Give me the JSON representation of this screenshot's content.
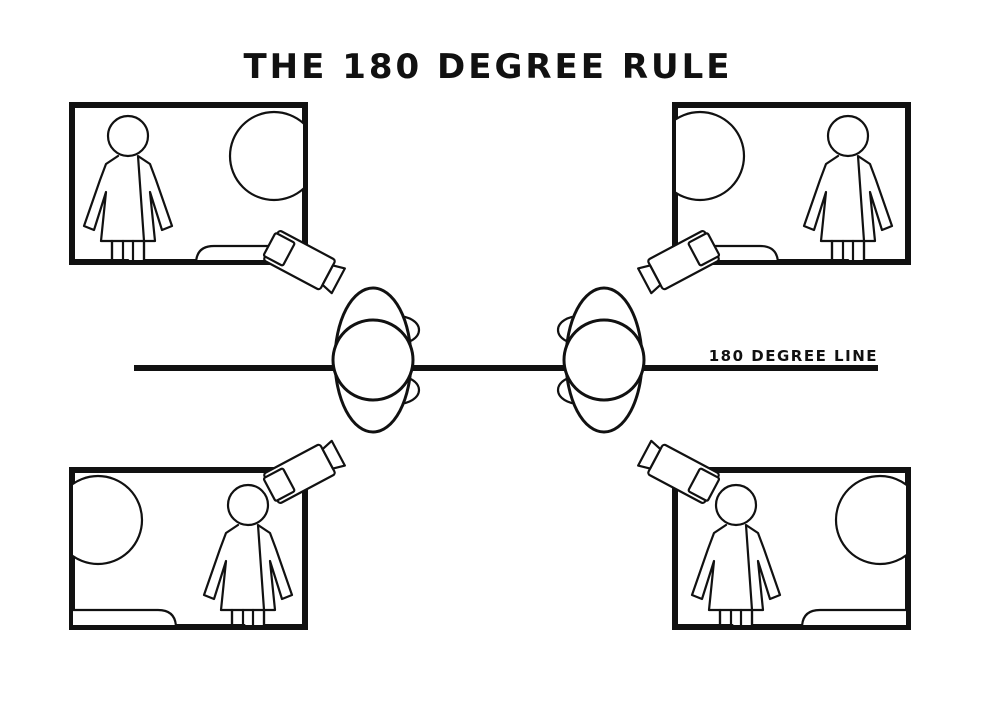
{
  "title": "THE 180 DEGREE RULE",
  "line_label": "180 DEGREE LINE",
  "colors": {
    "stroke": "#111111",
    "background": "#ffffff"
  },
  "frames": [
    {
      "id": "top-left",
      "subject_icon": "female-figure-icon",
      "over_shoulder": "head-shoulder-icon"
    },
    {
      "id": "top-right",
      "subject_icon": "female-figure-icon",
      "over_shoulder": "head-shoulder-icon"
    },
    {
      "id": "bottom-left",
      "subject_icon": "female-figure-icon",
      "over_shoulder": "head-shoulder-icon"
    },
    {
      "id": "bottom-right",
      "subject_icon": "female-figure-icon",
      "over_shoulder": "head-shoulder-icon"
    }
  ],
  "cameras": [
    "camera-icon",
    "camera-icon",
    "camera-icon",
    "camera-icon"
  ],
  "people_top_view": [
    "person-top-view-icon",
    "person-top-view-icon"
  ]
}
